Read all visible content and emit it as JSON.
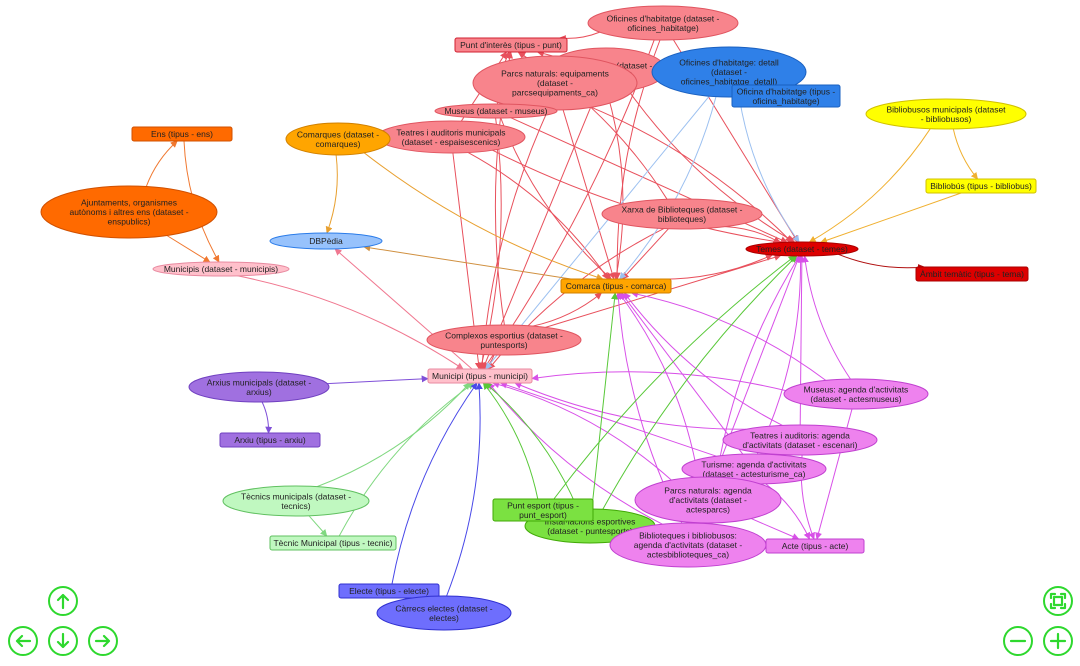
{
  "graph": {
    "nodes": [
      {
        "id": "oficines_ds",
        "shape": "ellipse",
        "lines": [
          "Oficines d'habitatge (dataset -",
          "oficines_habitatge)"
        ],
        "fill": "#f8848c",
        "stroke": "#e05560"
      },
      {
        "id": "punt_interes",
        "shape": "box",
        "lines": [
          "Punt d'interès (tipus - punt)"
        ],
        "fill": "#f8848c",
        "stroke": "#d02030"
      },
      {
        "id": "parcs_naturals_ds",
        "shape": "ellipse",
        "lines": [
          "Parcs naturals (dataset -",
          "parcsnaturals)"
        ],
        "fill": "#f8848c",
        "stroke": "#e05560"
      },
      {
        "id": "parcs_equip",
        "shape": "ellipse",
        "lines": [
          "Parcs naturals: equipaments",
          "(dataset -",
          "parcsequipaments_ca)"
        ],
        "fill": "#f8848c",
        "stroke": "#e05560"
      },
      {
        "id": "oficines_detall",
        "shape": "ellipse",
        "lines": [
          "Oficines d'habitatge: detall",
          "(dataset -",
          "oficines_habitatge_detall)"
        ],
        "fill": "#2f80e8",
        "stroke": "#1a60c0"
      },
      {
        "id": "oficina_tipus",
        "shape": "box",
        "lines": [
          "Oficina d'habitatge (tipus -",
          "oficina_habitatge)"
        ],
        "fill": "#2f80e8",
        "stroke": "#1a60c0"
      },
      {
        "id": "museus_ds",
        "shape": "ellipse",
        "lines": [
          "Museus (dataset - museus)"
        ],
        "fill": "#f8848c",
        "stroke": "#e05560"
      },
      {
        "id": "teatres_ds",
        "shape": "ellipse",
        "lines": [
          "Teatres i auditoris municipals",
          "(dataset - espaisescenics)"
        ],
        "fill": "#f8848c",
        "stroke": "#e05560"
      },
      {
        "id": "comarques_ds",
        "shape": "ellipse",
        "lines": [
          "Comarques (dataset -",
          "comarques)"
        ],
        "fill": "#ffa500",
        "stroke": "#d08000"
      },
      {
        "id": "ens_tipus",
        "shape": "box",
        "lines": [
          "Ens (tipus - ens)"
        ],
        "fill": "#ff6a00",
        "stroke": "#d05000"
      },
      {
        "id": "ajuntaments_ds",
        "shape": "ellipse",
        "lines": [
          "Ajuntaments, organismes",
          "autònoms i altres ens (dataset -",
          "enspublics)"
        ],
        "fill": "#ff6a00",
        "stroke": "#d05000"
      },
      {
        "id": "dbpedia",
        "shape": "ellipse",
        "lines": [
          "DBPèdia"
        ],
        "fill": "#97c2fc",
        "stroke": "#2b7ce9"
      },
      {
        "id": "municipis_ds",
        "shape": "ellipse",
        "lines": [
          "Municipis (dataset - municipis)"
        ],
        "fill": "#ffc0cb",
        "stroke": "#e88aa0"
      },
      {
        "id": "bibliobusos_ds",
        "shape": "ellipse",
        "lines": [
          "Bibliobusos municipals (dataset",
          "- bibliobusos)"
        ],
        "fill": "#ffff00",
        "stroke": "#d0c000"
      },
      {
        "id": "bibliobus_tipus",
        "shape": "box",
        "lines": [
          "Bibliobús (tipus - bibliobus)"
        ],
        "fill": "#ffff00",
        "stroke": "#d0c000"
      },
      {
        "id": "xarxa_bib",
        "shape": "ellipse",
        "lines": [
          "Xarxa de Biblioteques (dataset -",
          "biblioteques)"
        ],
        "fill": "#f8848c",
        "stroke": "#e05560"
      },
      {
        "id": "temes_ds",
        "shape": "ellipse",
        "lines": [
          "Temes (dataset - temes)"
        ],
        "fill": "#dd0000",
        "stroke": "#aa0000"
      },
      {
        "id": "ambit_tipus",
        "shape": "box",
        "lines": [
          "Àmbit temàtic (tipus - tema)"
        ],
        "fill": "#dd0000",
        "stroke": "#aa0000"
      },
      {
        "id": "comarca_tipus",
        "shape": "box",
        "lines": [
          "Comarca (tipus - comarca)"
        ],
        "fill": "#ffa500",
        "stroke": "#d08000"
      },
      {
        "id": "complexos_ds",
        "shape": "ellipse",
        "lines": [
          "Complexos esportius (dataset -",
          "puntesports)"
        ],
        "fill": "#f8848c",
        "stroke": "#e05560"
      },
      {
        "id": "municipi_tipus",
        "shape": "box",
        "lines": [
          "Municipi (tipus - municipi)"
        ],
        "fill": "#ffc0cb",
        "stroke": "#e88aa0"
      },
      {
        "id": "arxius_ds",
        "shape": "ellipse",
        "lines": [
          "Arxius municipals (dataset -",
          "arxius)"
        ],
        "fill": "#a070e0",
        "stroke": "#7040c0"
      },
      {
        "id": "arxiu_tipus",
        "shape": "box",
        "lines": [
          "Arxiu (tipus - arxiu)"
        ],
        "fill": "#a070e0",
        "stroke": "#7040c0"
      },
      {
        "id": "museus_agenda",
        "shape": "ellipse",
        "lines": [
          "Museus: agenda d'activitats",
          "(dataset - actesmuseus)"
        ],
        "fill": "#ee82ee",
        "stroke": "#c040d0"
      },
      {
        "id": "teatres_agenda",
        "shape": "ellipse",
        "lines": [
          "Teatres i auditoris: agenda",
          "d'activitats (dataset - escenari)"
        ],
        "fill": "#ee82ee",
        "stroke": "#c040d0"
      },
      {
        "id": "turisme_agenda",
        "shape": "ellipse",
        "lines": [
          "Turisme: agenda d'activitats",
          "(dataset - actesturisme_ca)"
        ],
        "fill": "#ee82ee",
        "stroke": "#c040d0"
      },
      {
        "id": "tecnics_ds",
        "shape": "ellipse",
        "lines": [
          "Tècnics municipals (dataset -",
          "tecnics)"
        ],
        "fill": "#c0f8c0",
        "stroke": "#60c060"
      },
      {
        "id": "tecnic_tipus",
        "shape": "box",
        "lines": [
          "Tècnic Municipal (tipus - tecnic)"
        ],
        "fill": "#c0f8c0",
        "stroke": "#60c060"
      },
      {
        "id": "instalacions_ds",
        "shape": "ellipse",
        "lines": [
          "Instal·lacions esportives",
          "(dataset - puntesports)"
        ],
        "fill": "#7be141",
        "stroke": "#41a906"
      },
      {
        "id": "punt_esport",
        "shape": "box",
        "lines": [
          "Punt esport (tipus -",
          "punt_esport)"
        ],
        "fill": "#7be141",
        "stroke": "#41a906"
      },
      {
        "id": "parcs_agenda",
        "shape": "ellipse",
        "lines": [
          "Parcs naturals: agenda",
          "d'activitats (dataset -",
          "actesparcs)"
        ],
        "fill": "#ee82ee",
        "stroke": "#c040d0"
      },
      {
        "id": "bib_agenda",
        "shape": "ellipse",
        "lines": [
          "Biblioteques i bibliobusos:",
          "agenda d'activitats (dataset -",
          "actesbiblioteques_ca)"
        ],
        "fill": "#ee82ee",
        "stroke": "#c040d0"
      },
      {
        "id": "acte_tipus",
        "shape": "box",
        "lines": [
          "Acte (tipus - acte)"
        ],
        "fill": "#ee82ee",
        "stroke": "#c040d0"
      },
      {
        "id": "electe_tipus",
        "shape": "box",
        "lines": [
          "Electe (tipus - electe)"
        ],
        "fill": "#6e6efd",
        "stroke": "#3030d0"
      },
      {
        "id": "carrecs_ds",
        "shape": "ellipse",
        "lines": [
          "Càrrecs electes (dataset -",
          "electes)"
        ],
        "fill": "#6e6efd",
        "stroke": "#3030d0"
      }
    ],
    "edges": [
      {
        "from": "oficines_ds",
        "to": "punt_interes",
        "color": "#e8505c"
      },
      {
        "from": "oficines_ds",
        "to": "temes_ds",
        "color": "#e8505c"
      },
      {
        "from": "oficines_ds",
        "to": "comarca_tipus",
        "color": "#e8505c"
      },
      {
        "from": "oficines_ds",
        "to": "municipi_tipus",
        "color": "#e8505c"
      },
      {
        "from": "parcs_naturals_ds",
        "to": "punt_interes",
        "color": "#e8505c"
      },
      {
        "from": "parcs_naturals_ds",
        "to": "temes_ds",
        "color": "#e8505c"
      },
      {
        "from": "parcs_naturals_ds",
        "to": "comarca_tipus",
        "color": "#e8505c"
      },
      {
        "from": "parcs_naturals_ds",
        "to": "municipi_tipus",
        "color": "#e8505c"
      },
      {
        "from": "parcs_equip",
        "to": "punt_interes",
        "color": "#e8505c"
      },
      {
        "from": "parcs_equip",
        "to": "temes_ds",
        "color": "#e8505c"
      },
      {
        "from": "parcs_equip",
        "to": "comarca_tipus",
        "color": "#e8505c"
      },
      {
        "from": "parcs_equip",
        "to": "municipi_tipus",
        "color": "#e8505c"
      },
      {
        "from": "museus_ds",
        "to": "punt_interes",
        "color": "#e8505c"
      },
      {
        "from": "museus_ds",
        "to": "temes_ds",
        "color": "#e8505c"
      },
      {
        "from": "museus_ds",
        "to": "comarca_tipus",
        "color": "#e8505c"
      },
      {
        "from": "museus_ds",
        "to": "municipi_tipus",
        "color": "#e8505c"
      },
      {
        "from": "teatres_ds",
        "to": "punt_interes",
        "color": "#e8505c"
      },
      {
        "from": "teatres_ds",
        "to": "temes_ds",
        "color": "#e8505c"
      },
      {
        "from": "teatres_ds",
        "to": "comarca_tipus",
        "color": "#e8505c"
      },
      {
        "from": "teatres_ds",
        "to": "municipi_tipus",
        "color": "#e8505c"
      },
      {
        "from": "xarxa_bib",
        "to": "punt_interes",
        "color": "#e8505c"
      },
      {
        "from": "xarxa_bib",
        "to": "temes_ds",
        "color": "#e8505c"
      },
      {
        "from": "xarxa_bib",
        "to": "comarca_tipus",
        "color": "#e8505c"
      },
      {
        "from": "xarxa_bib",
        "to": "municipi_tipus",
        "color": "#e8505c"
      },
      {
        "from": "complexos_ds",
        "to": "punt_interes",
        "color": "#e8505c"
      },
      {
        "from": "complexos_ds",
        "to": "temes_ds",
        "color": "#e8505c"
      },
      {
        "from": "complexos_ds",
        "to": "comarca_tipus",
        "color": "#e8505c"
      },
      {
        "from": "complexos_ds",
        "to": "municipi_tipus",
        "color": "#e8505c"
      },
      {
        "from": "oficines_detall",
        "to": "oficina_tipus",
        "color": "#9cc0f0"
      },
      {
        "from": "oficines_detall",
        "to": "temes_ds",
        "color": "#9cc0f0"
      },
      {
        "from": "oficines_detall",
        "to": "comarca_tipus",
        "color": "#9cc0f0"
      },
      {
        "from": "oficines_detall",
        "to": "municipi_tipus",
        "color": "#9cc0f0"
      },
      {
        "from": "comarques_ds",
        "to": "comarca_tipus",
        "color": "#e8a030"
      },
      {
        "from": "comarques_ds",
        "to": "dbpedia",
        "color": "#e8a030"
      },
      {
        "from": "comarca_tipus",
        "to": "dbpedia",
        "color": "#d09040"
      },
      {
        "from": "comarca_tipus",
        "to": "temes_ds",
        "color": "#e8505c"
      },
      {
        "from": "ajuntaments_ds",
        "to": "ens_tipus",
        "color": "#f07830"
      },
      {
        "from": "ajuntaments_ds",
        "to": "municipis_ds",
        "color": "#f07830"
      },
      {
        "from": "ens_tipus",
        "to": "municipis_ds",
        "color": "#f07830"
      },
      {
        "from": "municipis_ds",
        "to": "municipi_tipus",
        "color": "#f07890"
      },
      {
        "from": "municipi_tipus",
        "to": "dbpedia",
        "color": "#f07890"
      },
      {
        "from": "bibliobusos_ds",
        "to": "bibliobus_tipus",
        "color": "#f0b030"
      },
      {
        "from": "bibliobusos_ds",
        "to": "temes_ds",
        "color": "#f0b030"
      },
      {
        "from": "bibliobus_tipus",
        "to": "temes_ds",
        "color": "#f0b030"
      },
      {
        "from": "temes_ds",
        "to": "ambit_tipus",
        "color": "#b01010"
      },
      {
        "from": "arxius_ds",
        "to": "arxiu_tipus",
        "color": "#8050d8"
      },
      {
        "from": "arxius_ds",
        "to": "municipi_tipus",
        "color": "#8050d8"
      },
      {
        "from": "museus_agenda",
        "to": "municipi_tipus",
        "color": "#d850e8"
      },
      {
        "from": "museus_agenda",
        "to": "temes_ds",
        "color": "#d850e8"
      },
      {
        "from": "museus_agenda",
        "to": "acte_tipus",
        "color": "#d850e8"
      },
      {
        "from": "museus_agenda",
        "to": "comarca_tipus",
        "color": "#d850e8"
      },
      {
        "from": "teatres_agenda",
        "to": "municipi_tipus",
        "color": "#d850e8"
      },
      {
        "from": "teatres_agenda",
        "to": "temes_ds",
        "color": "#d850e8"
      },
      {
        "from": "teatres_agenda",
        "to": "acte_tipus",
        "color": "#d850e8"
      },
      {
        "from": "teatres_agenda",
        "to": "comarca_tipus",
        "color": "#d850e8"
      },
      {
        "from": "turisme_agenda",
        "to": "municipi_tipus",
        "color": "#d850e8"
      },
      {
        "from": "turisme_agenda",
        "to": "temes_ds",
        "color": "#d850e8"
      },
      {
        "from": "turisme_agenda",
        "to": "acte_tipus",
        "color": "#d850e8"
      },
      {
        "from": "turisme_agenda",
        "to": "comarca_tipus",
        "color": "#d850e8"
      },
      {
        "from": "parcs_agenda",
        "to": "municipi_tipus",
        "color": "#d850e8"
      },
      {
        "from": "parcs_agenda",
        "to": "temes_ds",
        "color": "#d850e8"
      },
      {
        "from": "parcs_agenda",
        "to": "acte_tipus",
        "color": "#d850e8"
      },
      {
        "from": "parcs_agenda",
        "to": "comarca_tipus",
        "color": "#d850e8"
      },
      {
        "from": "bib_agenda",
        "to": "municipi_tipus",
        "color": "#d850e8"
      },
      {
        "from": "bib_agenda",
        "to": "temes_ds",
        "color": "#d850e8"
      },
      {
        "from": "bib_agenda",
        "to": "acte_tipus",
        "color": "#d850e8"
      },
      {
        "from": "bib_agenda",
        "to": "comarca_tipus",
        "color": "#d850e8"
      },
      {
        "from": "tecnics_ds",
        "to": "tecnic_tipus",
        "color": "#80d880"
      },
      {
        "from": "tecnics_ds",
        "to": "municipi_tipus",
        "color": "#80d880"
      },
      {
        "from": "tecnic_tipus",
        "to": "municipi_tipus",
        "color": "#80d880"
      },
      {
        "from": "instalacions_ds",
        "to": "punt_esport",
        "color": "#58c838"
      },
      {
        "from": "instalacions_ds",
        "to": "municipi_tipus",
        "color": "#58c838"
      },
      {
        "from": "instalacions_ds",
        "to": "temes_ds",
        "color": "#58c838"
      },
      {
        "from": "instalacions_ds",
        "to": "comarca_tipus",
        "color": "#58c838"
      },
      {
        "from": "punt_esport",
        "to": "municipi_tipus",
        "color": "#58c838"
      },
      {
        "from": "punt_esport",
        "to": "temes_ds",
        "color": "#58c838"
      },
      {
        "from": "carrecs_ds",
        "to": "electe_tipus",
        "color": "#4848e8"
      },
      {
        "from": "carrecs_ds",
        "to": "municipi_tipus",
        "color": "#4848e8"
      },
      {
        "from": "electe_tipus",
        "to": "municipi_tipus",
        "color": "#4848e8"
      }
    ]
  },
  "controls": {
    "accent": "#2ed82e",
    "buttons": [
      {
        "name": "pan-up-button",
        "icon": "arrow-up-icon"
      },
      {
        "name": "pan-left-button",
        "icon": "arrow-left-icon"
      },
      {
        "name": "pan-down-button",
        "icon": "arrow-down-icon"
      },
      {
        "name": "pan-right-button",
        "icon": "arrow-right-icon"
      },
      {
        "name": "zoom-extends-button",
        "icon": "fit-screen-icon"
      },
      {
        "name": "zoom-out-button",
        "icon": "minus-icon"
      },
      {
        "name": "zoom-in-button",
        "icon": "plus-icon"
      }
    ]
  }
}
